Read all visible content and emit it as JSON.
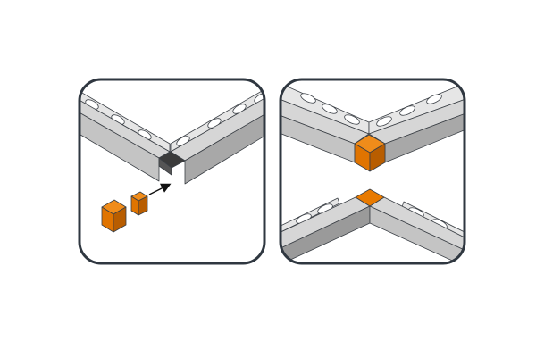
{
  "figure": {
    "panels": [
      {
        "id": "before",
        "description_name": "corner-profiles-with-separate-end-cap"
      },
      {
        "id": "after",
        "description_name": "corner-profiles-with-fitted-end-cap"
      }
    ],
    "colors": {
      "frame": "#2f3740",
      "accent_orange": "#e87a00",
      "accent_orange_dark": "#b85d00",
      "accent_orange_light": "#f08c1a",
      "profile_light": "#e4e4e4",
      "profile_mid": "#c9c9c9",
      "profile_dark": "#9a9a9a"
    }
  }
}
